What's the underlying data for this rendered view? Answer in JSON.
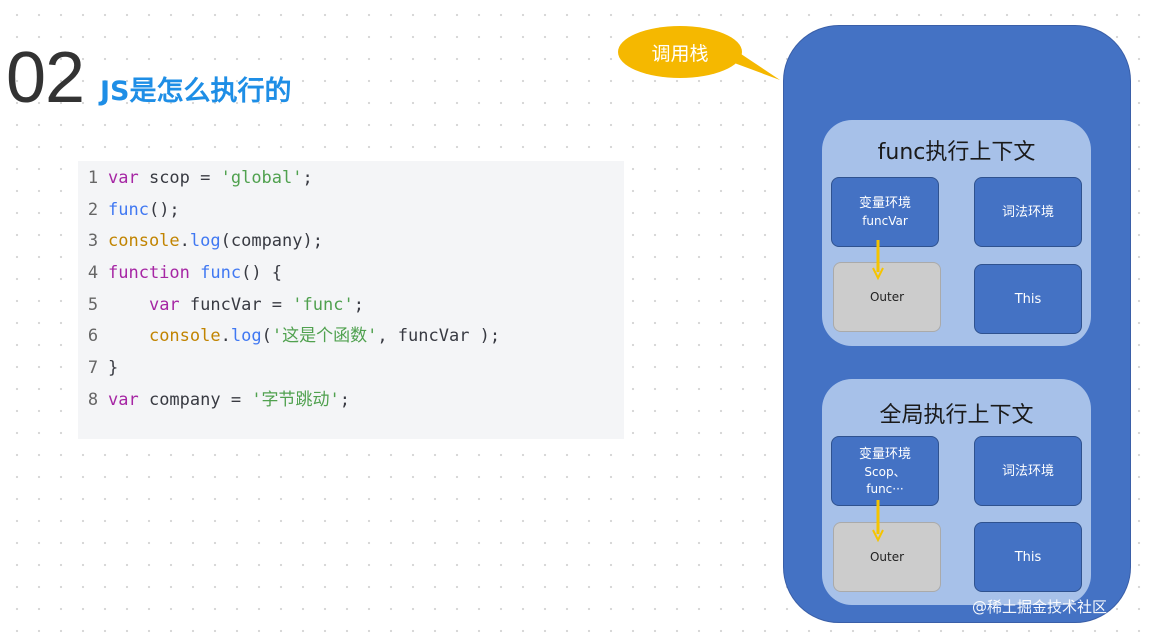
{
  "slide": {
    "number": "02",
    "title": "JS是怎么执行的"
  },
  "code_lines": [
    {
      "n": "1",
      "tokens": [
        [
          "kw",
          "var"
        ],
        [
          "p",
          " scop = "
        ],
        [
          "str",
          "'global'"
        ],
        [
          "p",
          ";"
        ]
      ]
    },
    {
      "n": "2",
      "tokens": [
        [
          "fn",
          "func"
        ],
        [
          "p",
          "();"
        ]
      ]
    },
    {
      "n": "3",
      "tokens": [
        [
          "obj",
          "console"
        ],
        [
          "p",
          "."
        ],
        [
          "fn",
          "log"
        ],
        [
          "p",
          "(company);"
        ]
      ]
    },
    {
      "n": "4",
      "tokens": [
        [
          "kw",
          "function"
        ],
        [
          "p",
          " "
        ],
        [
          "fn",
          "func"
        ],
        [
          "p",
          "() {"
        ]
      ]
    },
    {
      "n": "5",
      "tokens": [
        [
          "p",
          "    "
        ],
        [
          "kw",
          "var"
        ],
        [
          "p",
          " funcVar = "
        ],
        [
          "str",
          "'func'"
        ],
        [
          "p",
          ";"
        ]
      ]
    },
    {
      "n": "6",
      "tokens": [
        [
          "p",
          "    "
        ],
        [
          "obj",
          "console"
        ],
        [
          "p",
          "."
        ],
        [
          "fn",
          "log"
        ],
        [
          "p",
          "("
        ],
        [
          "str",
          "'这是个函数'"
        ],
        [
          "p",
          ", funcVar );"
        ]
      ]
    },
    {
      "n": "7",
      "tokens": [
        [
          "p",
          "}"
        ]
      ]
    },
    {
      "n": "8",
      "tokens": [
        [
          "kw",
          "var"
        ],
        [
          "p",
          " company = "
        ],
        [
          "str",
          "'字节跳动'"
        ],
        [
          "p",
          ";"
        ]
      ]
    }
  ],
  "diagram": {
    "callout": "调用栈",
    "func_context": {
      "title": "func执行上下文",
      "var_env": "变量环境",
      "var_env_content": "funcVar",
      "lex_env": "词法环境",
      "outer": "Outer",
      "this": "This"
    },
    "global_context": {
      "title": "全局执行上下文",
      "var_env": "变量环境",
      "var_env_line1": "Scop、",
      "var_env_line2": "func···",
      "lex_env": "词法环境",
      "outer": "Outer",
      "this": "This"
    }
  },
  "footer": {
    "site_watermark": "@稀土掘金技术社区"
  },
  "colors": {
    "stack_blue": "#4472c4",
    "context_light_blue": "#a7c1e9",
    "callout_yellow": "#f5b800",
    "title_blue": "#1e8ee6",
    "outer_gray": "#cccccc"
  }
}
